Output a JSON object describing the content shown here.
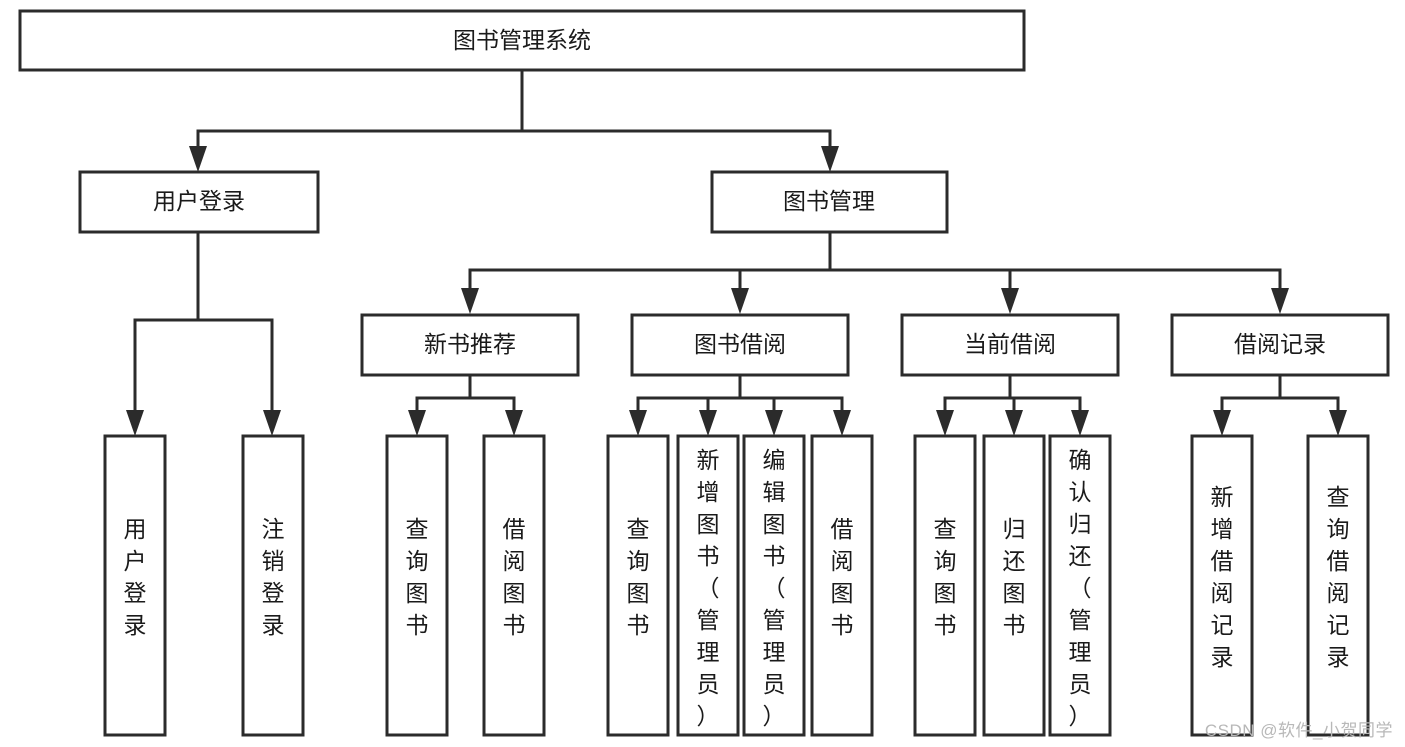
{
  "diagram": {
    "title": "图书管理系统",
    "type": "tree-hierarchy",
    "colors": {
      "box_stroke": "#2b2b2b",
      "box_fill": "#ffffff",
      "edge": "#2b2b2b",
      "text": "#1a1a1a",
      "watermark": "#b8b8b8",
      "background": "#ffffff"
    },
    "root": {
      "label": "图书管理系统"
    },
    "level2": [
      {
        "label": "用户登录"
      },
      {
        "label": "图书管理"
      }
    ],
    "level3": [
      {
        "label": "新书推荐"
      },
      {
        "label": "图书借阅"
      },
      {
        "label": "当前借阅"
      },
      {
        "label": "借阅记录"
      }
    ],
    "leaves": {
      "user_login": [
        {
          "label": "用户登录"
        },
        {
          "label": "注销登录"
        }
      ],
      "new_book": [
        {
          "label": "查询图书"
        },
        {
          "label": "借阅图书"
        }
      ],
      "book_borrow": [
        {
          "label": "查询图书"
        },
        {
          "label": "新增图书（管理员）"
        },
        {
          "label": "编辑图书（管理员）"
        },
        {
          "label": "借阅图书"
        }
      ],
      "current_borrow": [
        {
          "label": "查询图书"
        },
        {
          "label": "归还图书"
        },
        {
          "label": "确认归还（管理员）"
        }
      ],
      "borrow_record": [
        {
          "label": "新增借阅记录"
        },
        {
          "label": "查询借阅记录"
        }
      ]
    }
  },
  "watermark": {
    "text": "CSDN @软件_小贺同学"
  }
}
